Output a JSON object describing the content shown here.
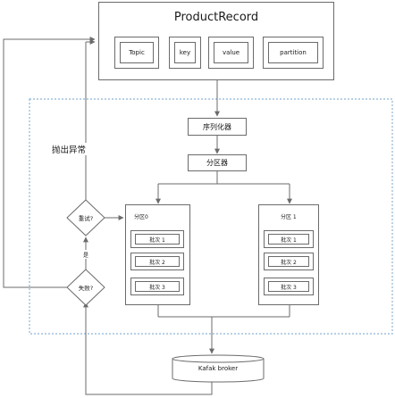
{
  "record": {
    "title": "ProductRecord",
    "fields": [
      "Topic",
      "key",
      "value",
      "partition"
    ]
  },
  "serializer": "序列化器",
  "partitioner": "分区器",
  "partitions": [
    {
      "title": "分区0",
      "batches": [
        "批次 1",
        "批次 2",
        "批次 3"
      ]
    },
    {
      "title": "分区 1",
      "batches": [
        "批次 1",
        "批次 2",
        "批次 3"
      ]
    }
  ],
  "decisions": {
    "retry": "重试?",
    "fail": "失败?",
    "yes": "是"
  },
  "throw_label": "抛出异常",
  "broker": "Kafak broker",
  "colors": {
    "line": "#6b6b6b",
    "dashed_region": "#8db3d8"
  }
}
